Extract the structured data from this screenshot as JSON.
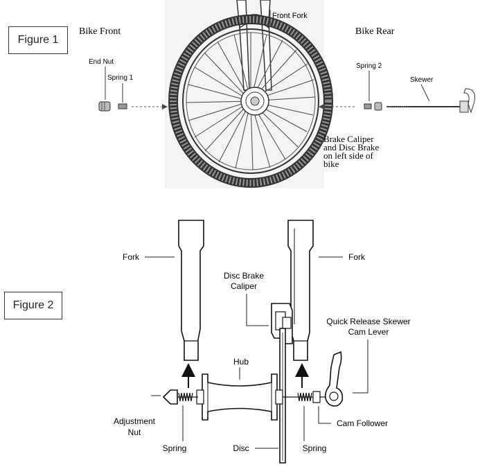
{
  "figure1": {
    "label": "Figure 1",
    "bike_front": "Bike Front",
    "bike_rear": "Bike Rear",
    "front_fork": "Front Fork",
    "end_nut": "End Nut",
    "spring1": "Spring 1",
    "spring2": "Spring 2",
    "skewer": "Skewer",
    "brake_note": [
      "Brake Caliper",
      "and Disc Brake",
      "on left side of",
      "bike"
    ]
  },
  "figure2": {
    "label": "Figure 2",
    "fork_left": "Fork",
    "fork_right": "Fork",
    "disc_brake_caliper": [
      "Disc Brake",
      "Caliper"
    ],
    "quick_release": [
      "Quick Release Skewer",
      "Cam Lever"
    ],
    "hub": "Hub",
    "adjustment_nut": [
      "Adjustment",
      "Nut"
    ],
    "spring_left": "Spring",
    "spring_right": "Spring",
    "disc": "Disc",
    "cam_follower": "Cam Follower"
  }
}
